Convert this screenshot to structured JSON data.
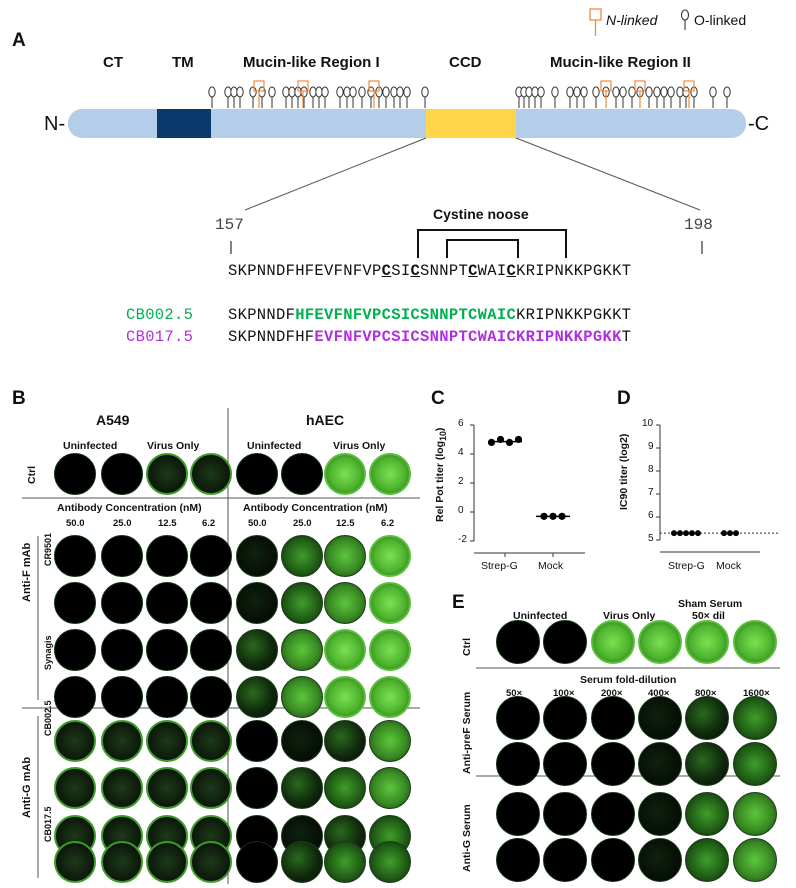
{
  "legend": {
    "n_linked": "N-linked",
    "o_linked": "O-linked"
  },
  "panelA": {
    "letter": "A",
    "domains": {
      "ct": "CT",
      "tm": "TM",
      "mucin1": "Mucin-like  Region I",
      "ccd": "CCD",
      "mucin2": "Mucin-like  Region II"
    },
    "n_term": "N-",
    "c_term": "-C",
    "pos_start": "157",
    "pos_end": "198",
    "noose_label": "Cystine noose",
    "seq_main": {
      "pre": "SKPNNDFHFEVFNFVP",
      "c1": "C",
      "s1": "SI",
      "c2": "C",
      "s2": "SNNPT",
      "c3": "C",
      "s3": "WAI",
      "c4": "C",
      "post": "KRIPNKKPGKKT"
    },
    "cb002": {
      "name": "CB002.5",
      "pre": "SKPNNDF",
      "hl": "HFEVFNFVPCSICSNNPTCWAIC",
      "post": "KRIPNKKPGKKT",
      "color": "#00b050"
    },
    "cb017": {
      "name": "CB017.5",
      "pre": "SKPNNDFHF",
      "hl": "EVFNFVPCSICSNNPTCWAICKRIPNKKPGKK",
      "post": "T",
      "color": "#b22fe0"
    }
  },
  "panelB": {
    "letter": "B",
    "col_a549": "A549",
    "col_haec": "hAEC",
    "uninfected": "Uninfected",
    "virus_only": "Virus Only",
    "ctrl": "Ctrl",
    "antibody_conc": "Antibody Concentration (nM)",
    "concs": [
      "50.0",
      "25.0",
      "12.5",
      "6.2"
    ],
    "anti_f": "Anti-F mAb",
    "anti_g": "Anti-G mAb",
    "cr9501": "CR9501",
    "synagis": "Synagis",
    "cb002": "CB002.5",
    "cb017": "CB017.5"
  },
  "panelC": {
    "letter": "C",
    "ylabel": "Rel Pot titer (log10)",
    "ylabel_main": "Rel Pot titer (log",
    "ylabel_sub": "10",
    "ylabel_end": ")",
    "yticks": [
      "6",
      "4",
      "2",
      "0",
      "-2"
    ],
    "groups": [
      "Strep-G",
      "Mock"
    ]
  },
  "panelD": {
    "letter": "D",
    "ylabel": "IC90 titer (log2)",
    "yticks": [
      "10",
      "9",
      "8",
      "7",
      "6",
      "5"
    ],
    "groups": [
      "Strep-G",
      "Mock"
    ]
  },
  "panelE": {
    "letter": "E",
    "uninfected": "Uninfected",
    "virus_only": "Virus Only",
    "sham": "Sham Serum",
    "sham_dil": "50× dil",
    "ctrl": "Ctrl",
    "fold_dilution": "Serum fold-dilution",
    "dilutions": [
      "50×",
      "100×",
      "200×",
      "400×",
      "800×",
      "1600×"
    ],
    "anti_pref": "Anti-preF Serum",
    "anti_g": "Anti-G Serum"
  },
  "chart_data": [
    {
      "type": "scatter",
      "title": "",
      "ylabel": "Rel Pot titer (log10)",
      "categories": [
        "Strep-G",
        "Mock"
      ],
      "ylim": [
        -2,
        6
      ],
      "series": [
        {
          "name": "Strep-G",
          "values": [
            4.8,
            4.9,
            4.8,
            4.9
          ]
        },
        {
          "name": "Mock",
          "values": [
            -0.3,
            -0.3,
            -0.3
          ]
        }
      ]
    },
    {
      "type": "scatter",
      "title": "",
      "ylabel": "IC90 titer (log2)",
      "categories": [
        "Strep-G",
        "Mock"
      ],
      "ylim": [
        5,
        10
      ],
      "series": [
        {
          "name": "Strep-G",
          "values": [
            5.3,
            5.3,
            5.3,
            5.3,
            5.3
          ]
        },
        {
          "name": "Mock",
          "values": [
            5.3,
            5.3,
            5.3
          ]
        }
      ]
    }
  ]
}
